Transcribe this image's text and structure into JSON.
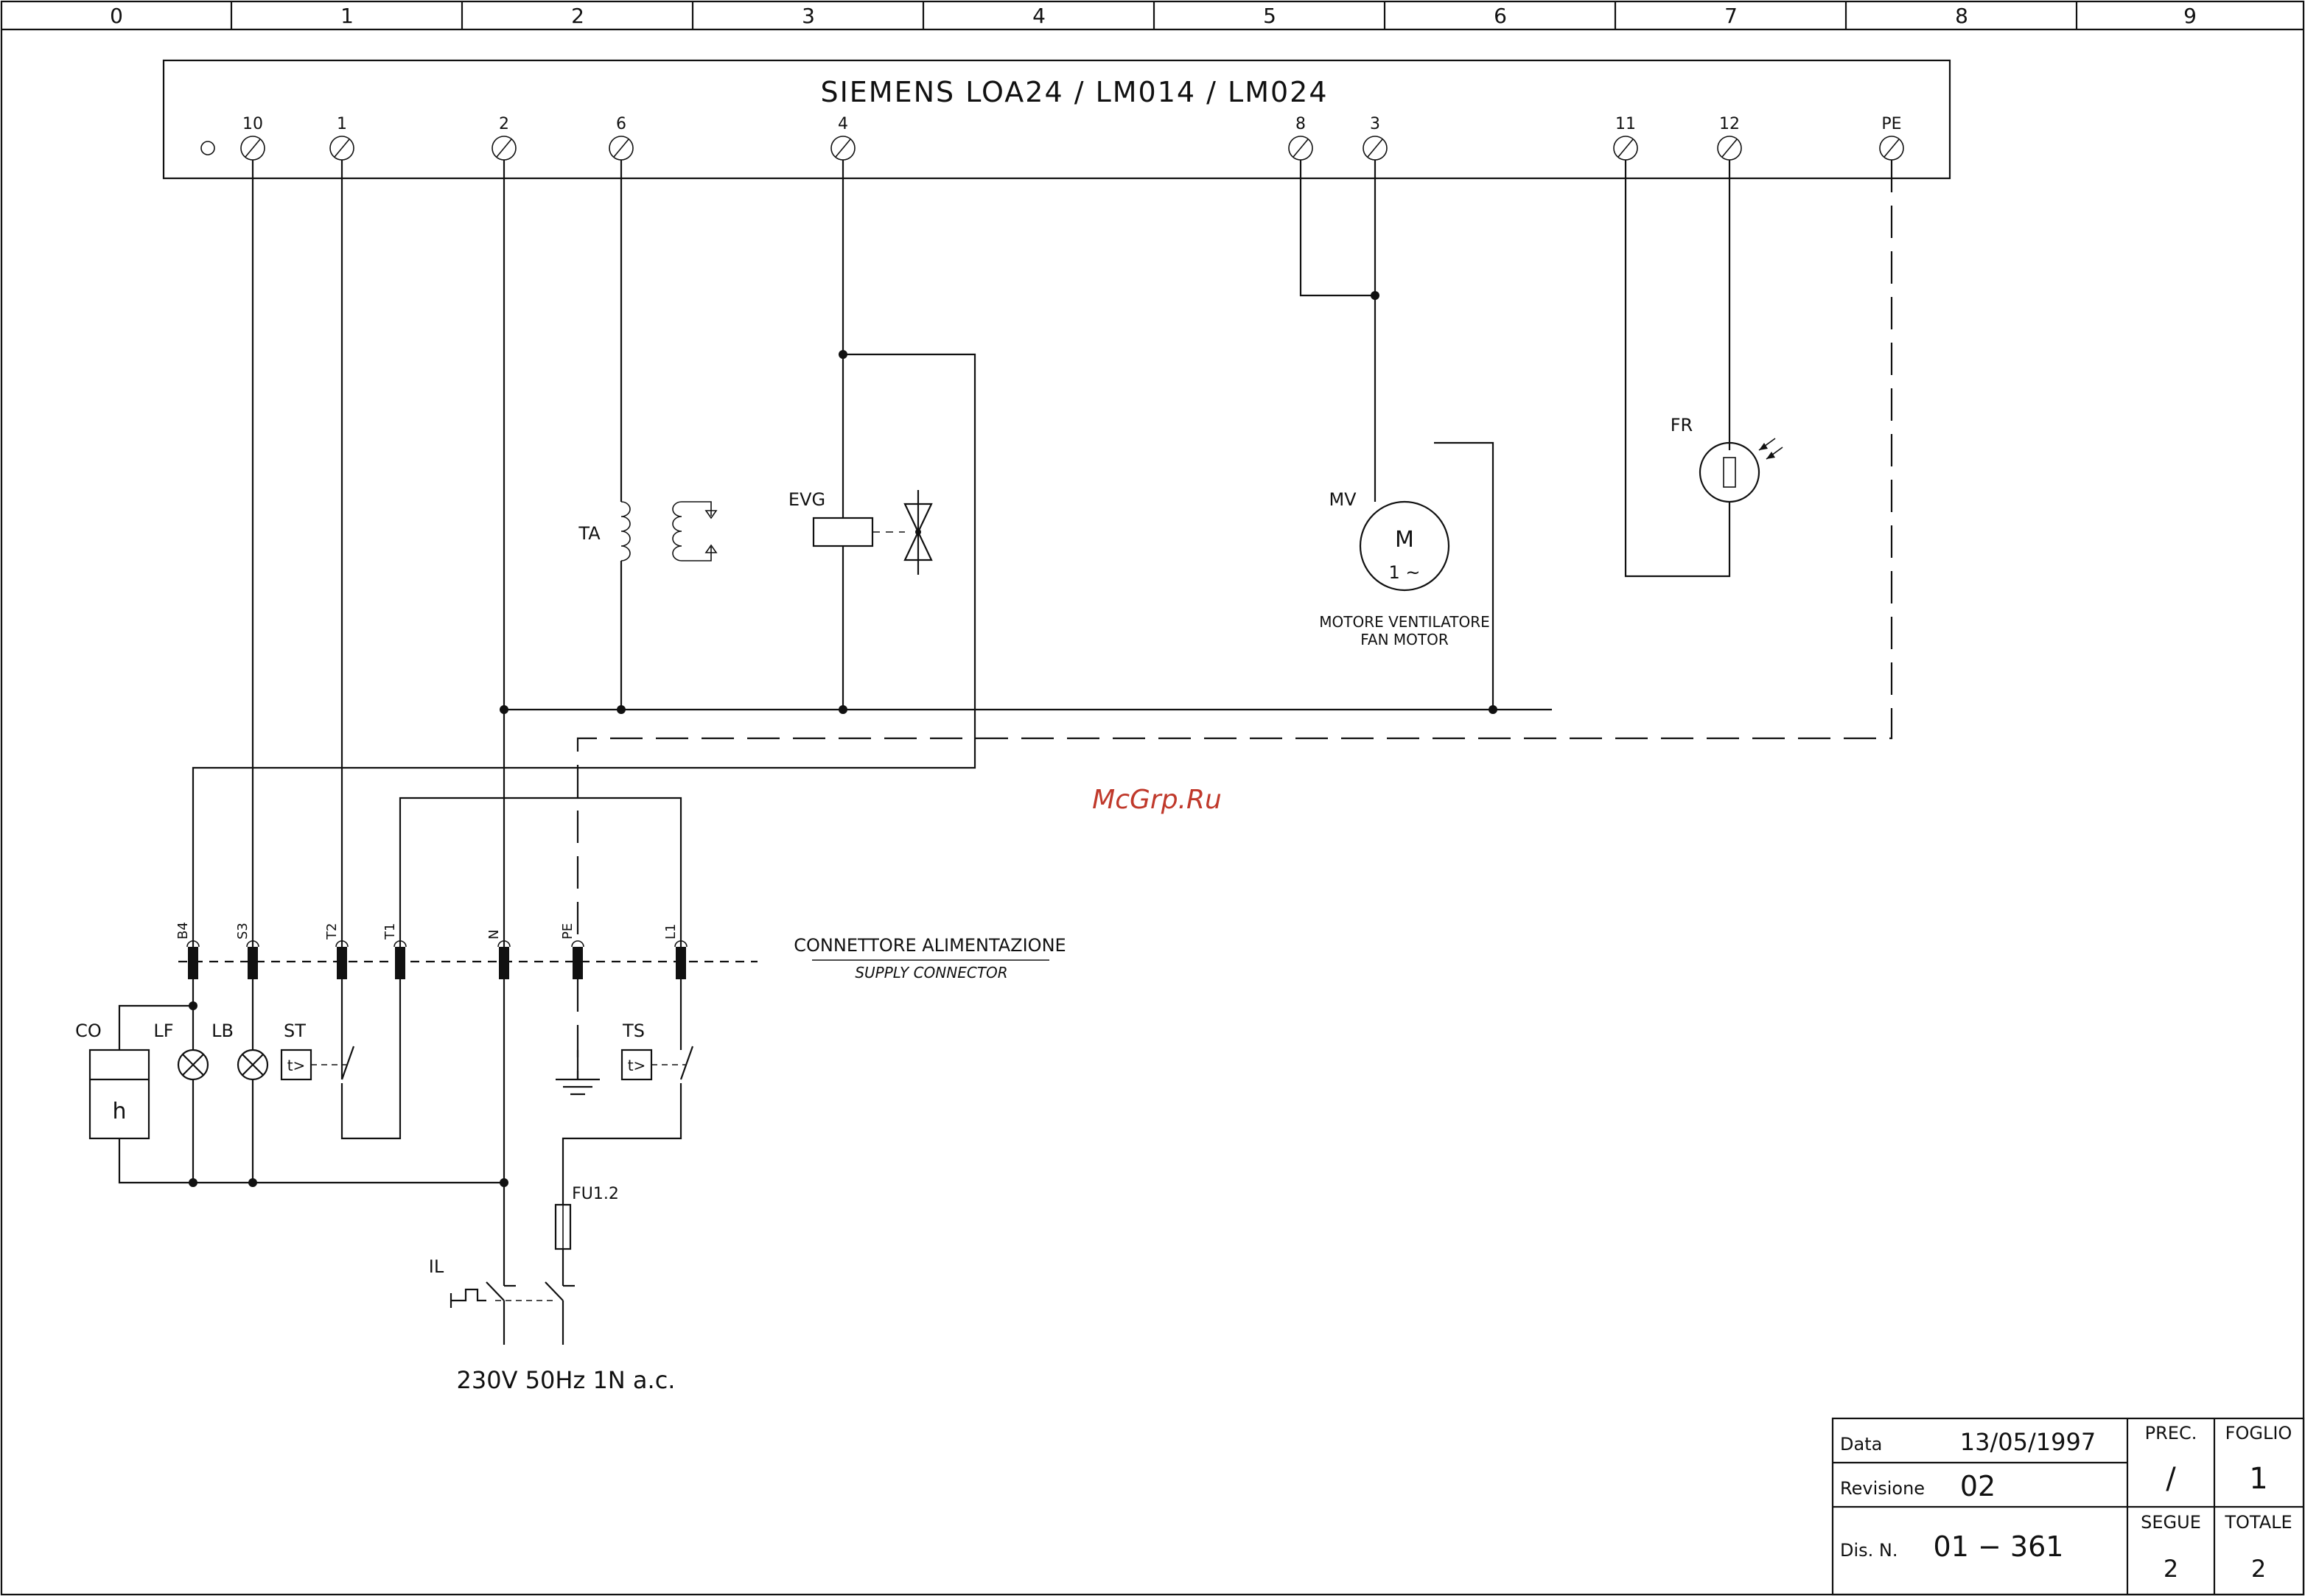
{
  "grid": {
    "columns": [
      "0",
      "1",
      "2",
      "3",
      "4",
      "5",
      "6",
      "7",
      "8",
      "9"
    ]
  },
  "controller": {
    "title": "SIEMENS LOA24 / LM014 / LM024",
    "terminals": [
      "10",
      "1",
      "2",
      "6",
      "4",
      "8",
      "3",
      "11",
      "12",
      "PE"
    ]
  },
  "components": {
    "ta": "TA",
    "evg": "EVG",
    "mv": "MV",
    "motor_symbol": "M",
    "motor_phase": "1 ~",
    "motor_caption_it": "MOTORE VENTILATORE",
    "motor_caption_en": "FAN MOTOR",
    "fr": "FR",
    "co": "CO",
    "co_symbol": "h",
    "lf": "LF",
    "lb": "LB",
    "st": "ST",
    "ts": "TS",
    "thermostat_symbol": "t>",
    "fuse": "FU1.2",
    "il": "IL"
  },
  "connector": {
    "pins": [
      "B4",
      "S3",
      "T2",
      "T1",
      "N",
      "PE",
      "L1"
    ],
    "label_it": "CONNETTORE ALIMENTAZIONE",
    "label_en": "SUPPLY CONNECTOR"
  },
  "supply": "230V 50Hz 1N a.c.",
  "watermark": "McGrp.Ru",
  "title_block": {
    "data_label": "Data",
    "data_value": "13/05/1997",
    "revisione_label": "Revisione",
    "revisione_value": "02",
    "dis_label": "Dis. N.",
    "dis_value": "01 − 361",
    "prec_label": "PREC.",
    "prec_value": "/",
    "foglio_label": "FOGLIO",
    "foglio_value": "1",
    "segue_label": "SEGUE",
    "segue_value": "2",
    "totale_label": "TOTALE",
    "totale_value": "2"
  }
}
